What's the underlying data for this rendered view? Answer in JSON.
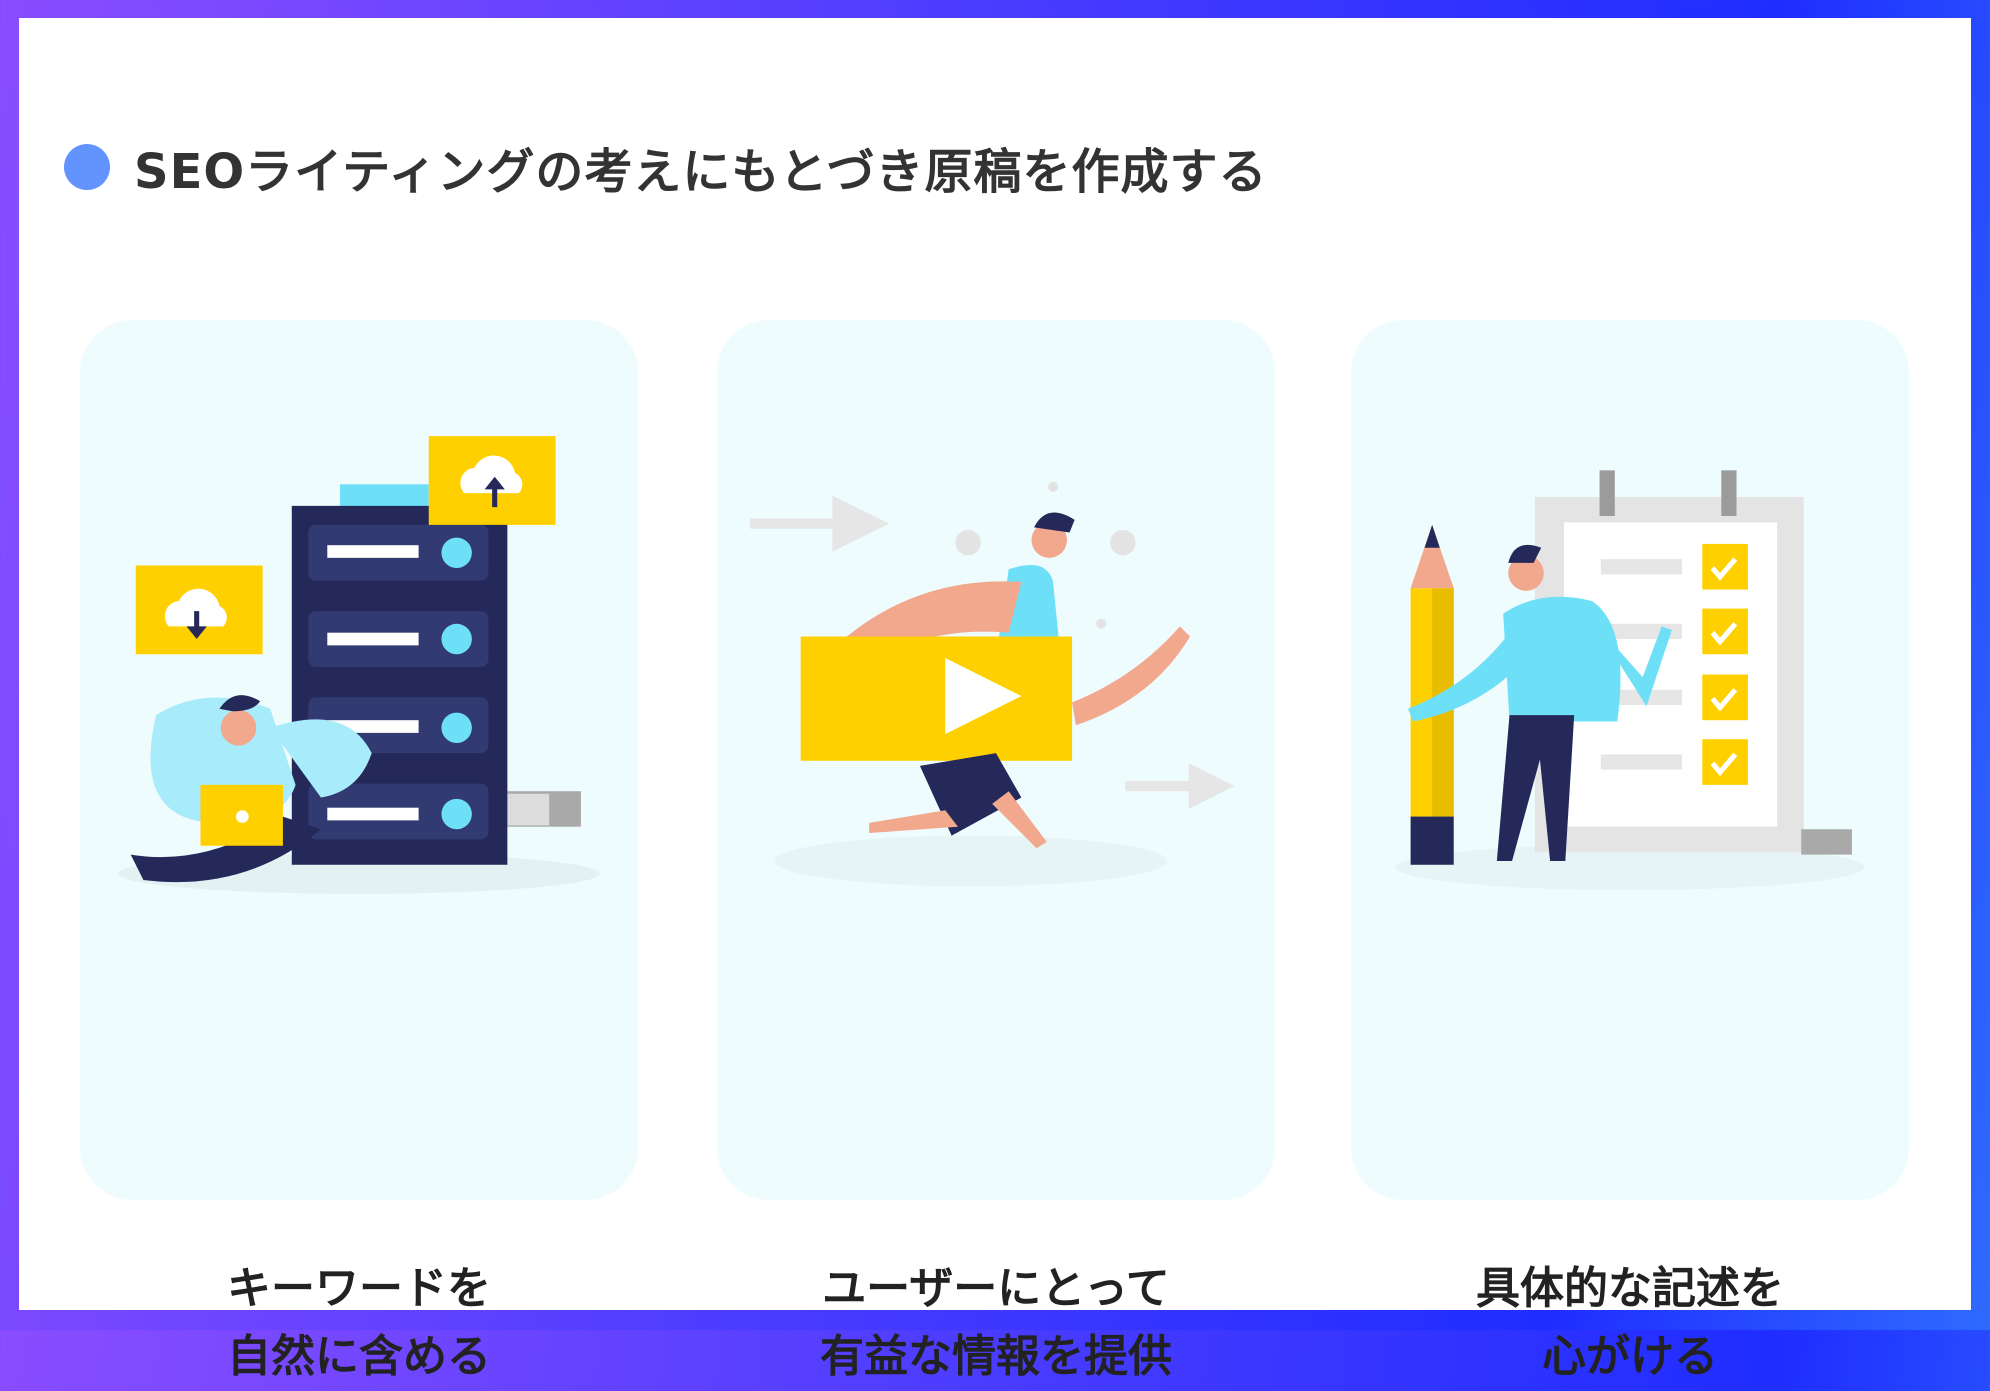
{
  "title": "SEOライティングの考えにもとづき原稿を作成する",
  "colors": {
    "accent_dot": "#6293ff",
    "card_bg": "#effcfd",
    "yellow": "#ffd000",
    "navy": "#24295a",
    "cyan": "#6de0f7"
  },
  "cards": [
    {
      "icon": "server-cloud-keyword-illustration",
      "line1": "キーワードを",
      "line2": "自然に含める"
    },
    {
      "icon": "runner-video-illustration",
      "line1": "ユーザーにとって",
      "line2": "有益な情報を提供"
    },
    {
      "icon": "pencil-checklist-illustration",
      "line1": "具体的な記述を",
      "line2": "心がける"
    }
  ]
}
